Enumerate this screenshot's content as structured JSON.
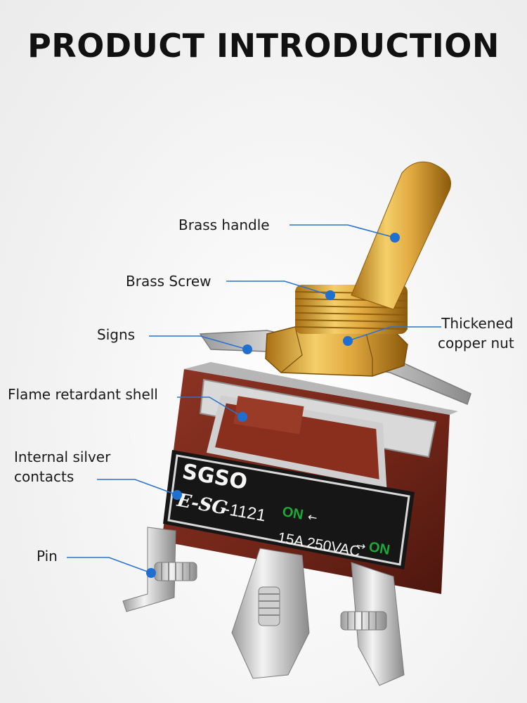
{
  "title": "PRODUCT INTRODUCTION",
  "callouts": {
    "brass_handle": "Brass handle",
    "brass_screw": "Brass Screw",
    "signs": "Signs",
    "thickened_copper_nut_1": "Thickened",
    "thickened_copper_nut_2": "copper nut",
    "flame_retardant_shell": "Flame retardant shell",
    "internal_silver_contacts_1": "Internal silver",
    "internal_silver_contacts_2": "contacts",
    "pin": "Pin"
  },
  "product_label": {
    "brand": "SGSO",
    "model_prefix": "E-SG",
    "model_number": "-1121",
    "on_left": "ON",
    "on_right": "ON",
    "rating": "15A 250VAC"
  },
  "colors": {
    "callout_dot": "#1f6fd1",
    "callout_line": "#2a73cc",
    "brass": "#d6a23a",
    "shell": "#7a2a1e",
    "on_text": "#1fa83a"
  }
}
